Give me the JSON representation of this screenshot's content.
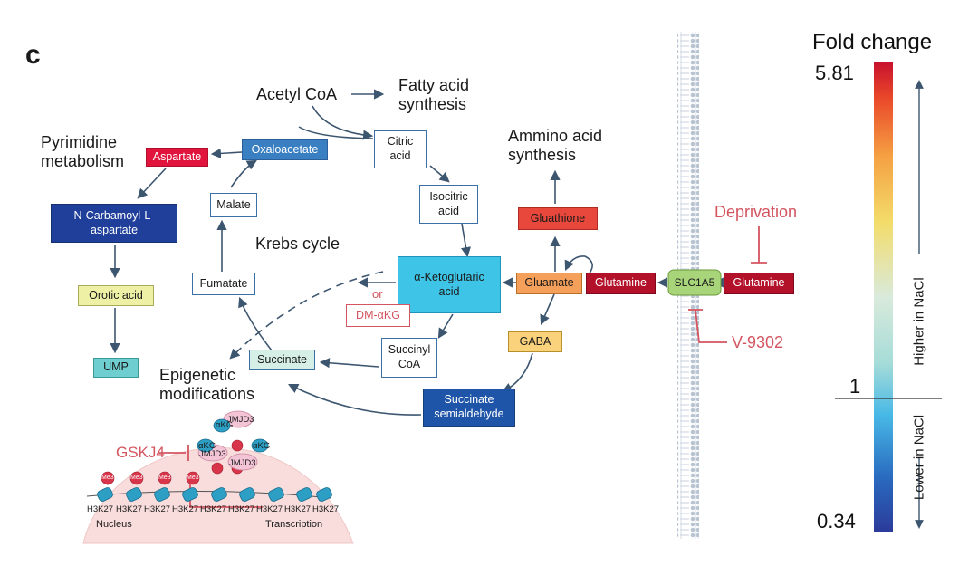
{
  "panel_label": "c",
  "labels": {
    "acetyl_coa": "Acetyl CoA",
    "fatty_acid": "Fatty acid\nsynthesis",
    "pyrimidine": "Pyrimidine\nmetabolism",
    "amino_acid": "Ammino acid\nsynthesis",
    "krebs": "Krebs cycle",
    "epigenetic": "Epigenetic\nmodifications",
    "deprivation": "Deprivation",
    "v9302": "V-9302",
    "gskj4": "GSKJ4",
    "or": "or",
    "nucleus": "Nucleus",
    "transcription": "Transcription"
  },
  "boxes": {
    "aspartate": "Aspartate",
    "oxaloacetate": "Oxaloacetate",
    "citric": "Citric\nacid",
    "isocitric": "Isocitric\nacid",
    "malate": "Malate",
    "n_carbamoyl": "N-Carbamoyl-L-\naspartate",
    "orotic": "Orotic acid",
    "ump": "UMP",
    "fumatate": "Fumatate",
    "akg": "α-Ketoglutaric\nacid",
    "dm_akg": "DM-αKG",
    "succinate": "Succinate",
    "succinyl_coa": "Succinyl\nCoA",
    "gluathione": "Gluathione",
    "gluamate": "Gluamate",
    "glutamine_in": "Glutamine",
    "glutamine_out": "Glutamine",
    "gaba": "GABA",
    "succ_semi": "Succinate\nsemialdehyde",
    "slc1a5": "SLC1A5"
  },
  "nucleus": {
    "histone_label": "H3K27",
    "me3": "Me3",
    "akg": "αKG",
    "jmjd3": "JMJD3"
  },
  "scale": {
    "title": "Fold change",
    "max": "5.81",
    "mid": "1",
    "min": "0.34",
    "higher": "Higher in NaCl",
    "lower": "Lower in NaCl"
  },
  "colors": {
    "aspartate": "#e0143c",
    "oxaloacetate": "#3a7fc1",
    "n_carbamoyl": "#1f3f9a",
    "orotic": "#eef0a6",
    "ump": "#6fcfd0",
    "akg": "#3ec4e6",
    "succinate": "#d6efe6",
    "gluathione": "#e8483c",
    "gluamate": "#f5a05a",
    "glutamine": "#b3102a",
    "gaba": "#fbd27c",
    "succ_semi": "#1e55a8",
    "slc1a5": "#a8d47a",
    "arrow": "#3d5670",
    "inhibitor": "#d45560"
  }
}
